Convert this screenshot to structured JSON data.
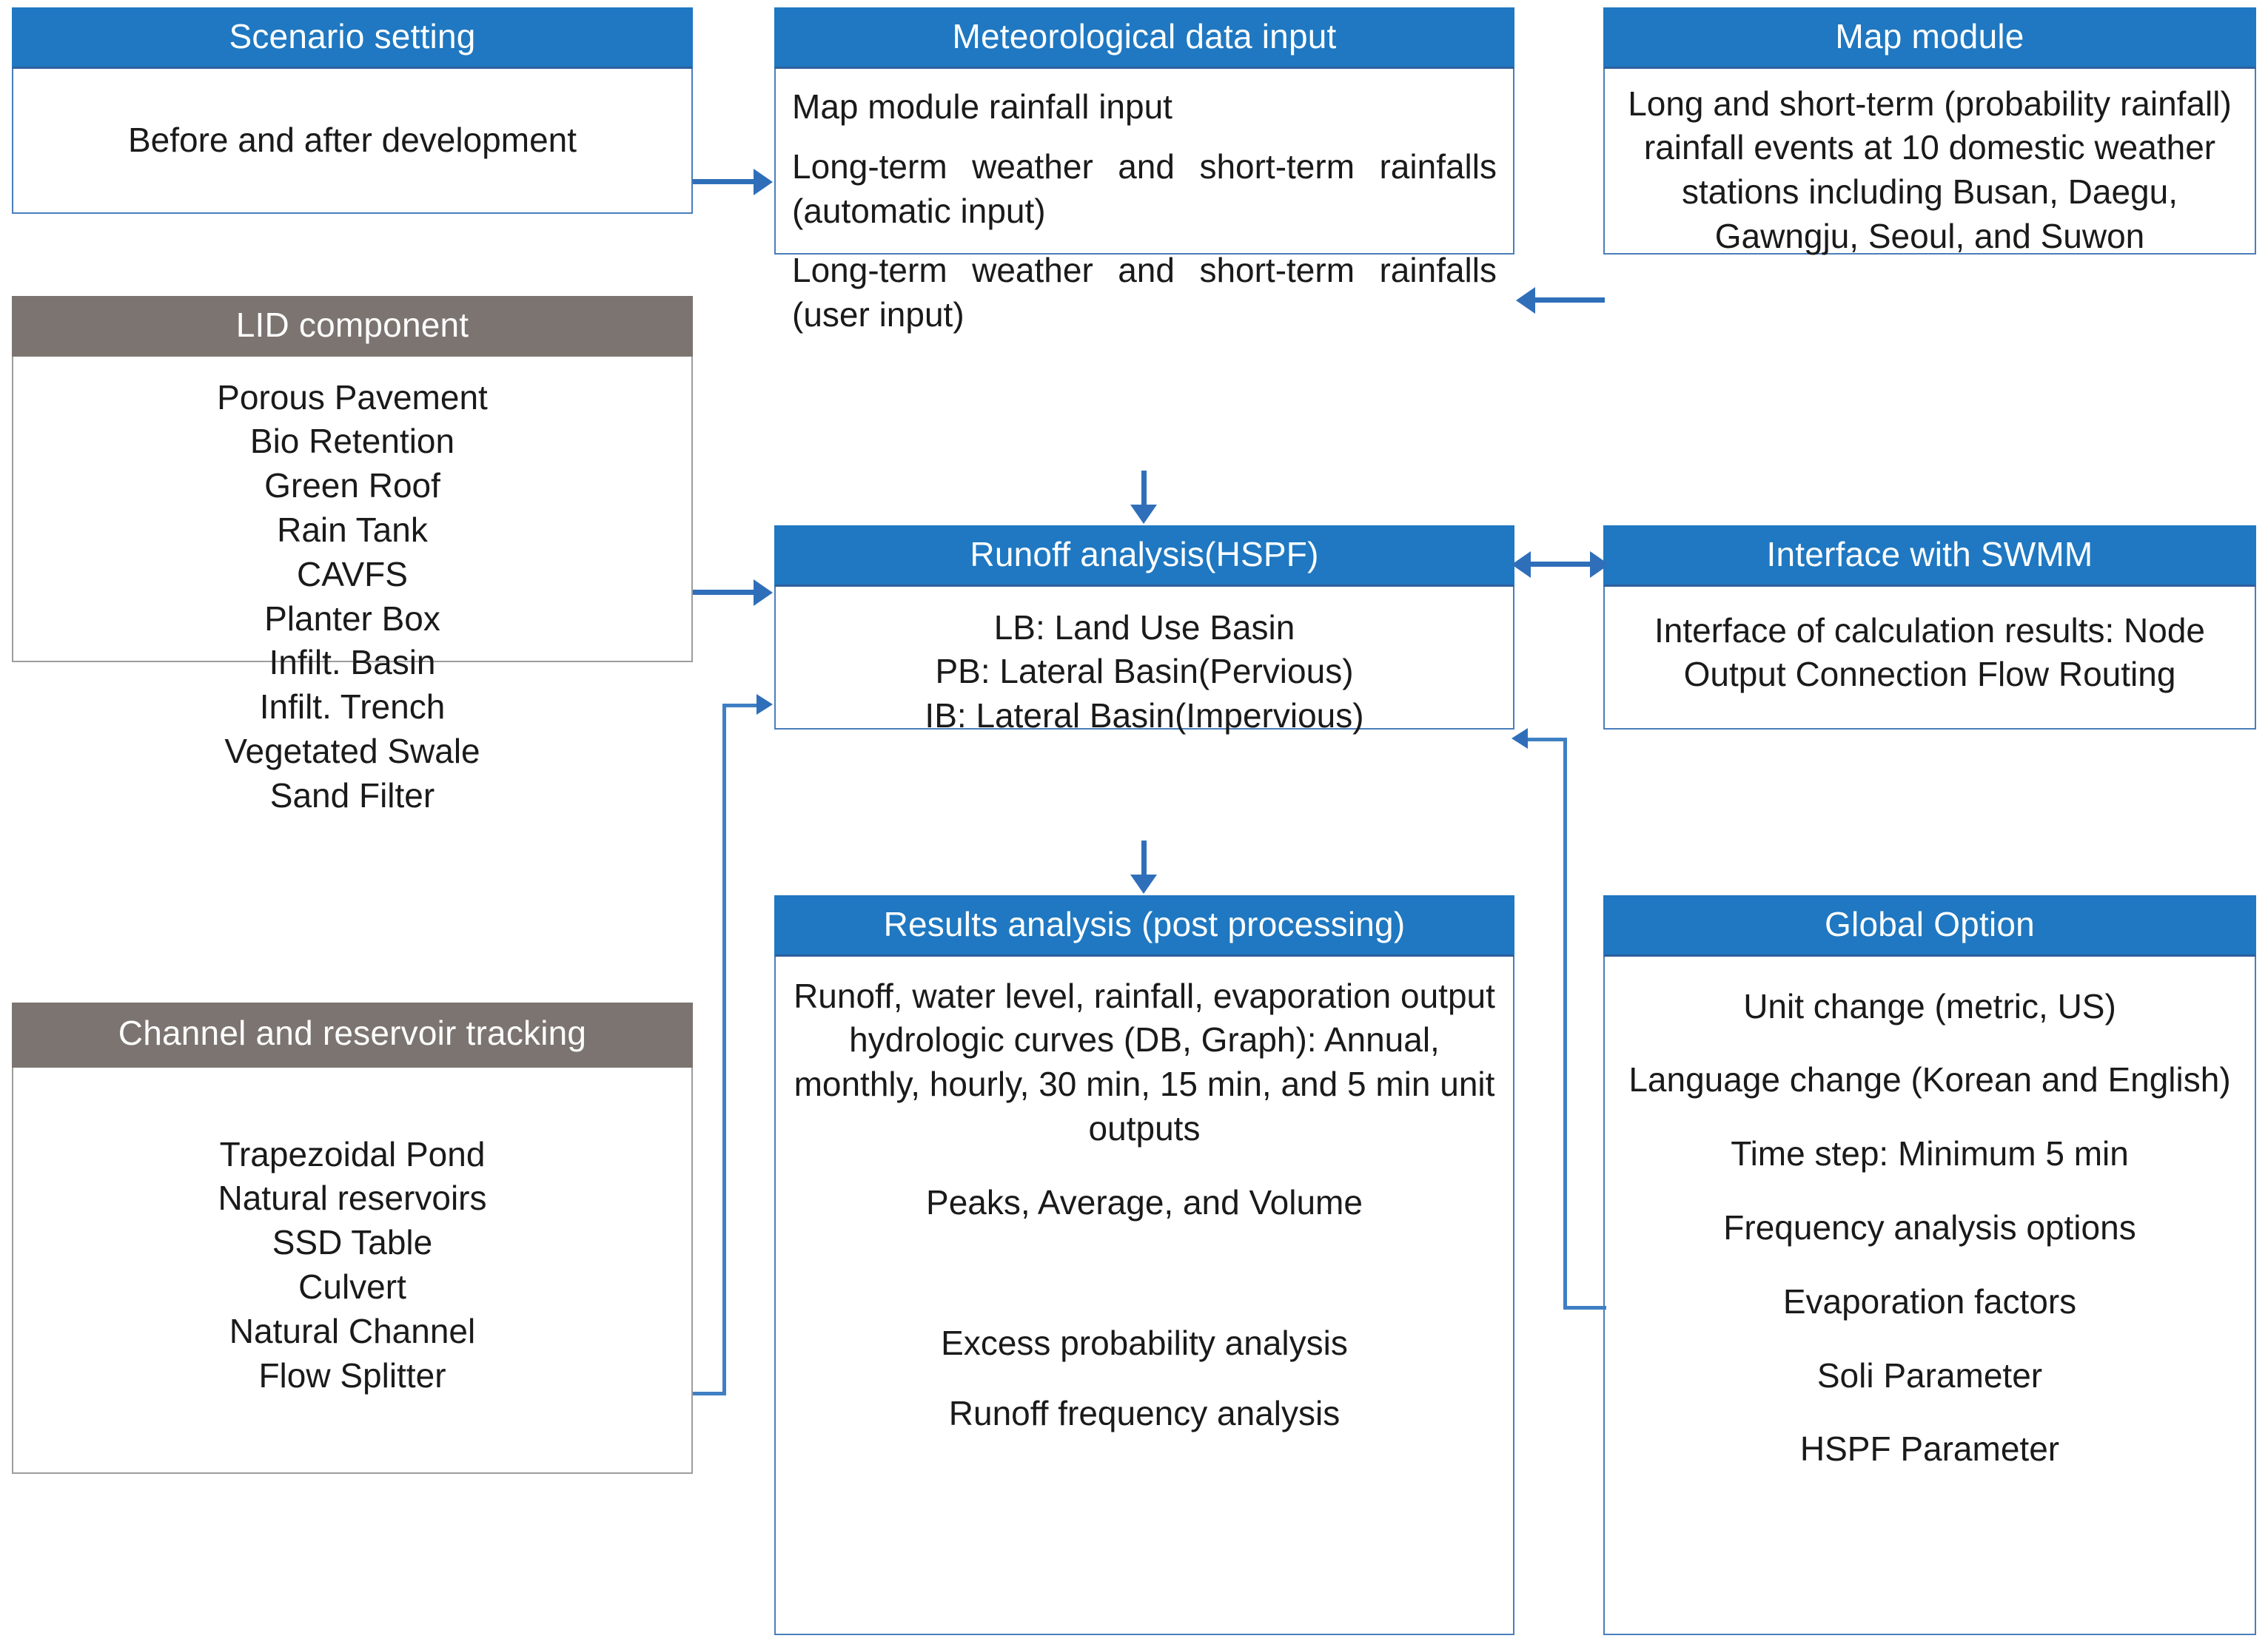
{
  "theme": {
    "header_blue": "#1f78c1",
    "header_gray": "#7b7470",
    "border_blue": "#4a7ebb",
    "border_gray": "#9d9d9d",
    "connector_blue": "#2f6fba",
    "text_black": "#1a1a1a",
    "header_text": "#ffffff"
  },
  "boxes": {
    "scenario_setting": {
      "title": "Scenario setting",
      "lines": [
        "Before and after development"
      ]
    },
    "meteorological_data_input": {
      "title": "Meteorological data input",
      "lines": [
        "Map module rainfall input",
        "Long-term weather and short-term rainfalls (automatic input)",
        "Long-term weather and short-term rainfalls (user input)"
      ]
    },
    "map_module": {
      "title": "Map module",
      "lines": [
        "Long and short-term (probability rainfall) rainfall events at 10 domestic weather stations including Busan, Daegu, Gawngju, Seoul, and Suwon"
      ]
    },
    "lid_component": {
      "title": "LID component",
      "lines": [
        "Porous Pavement",
        "Bio Retention",
        "Green Roof",
        "Rain Tank",
        "CAVFS",
        "Planter Box",
        "Infilt. Basin",
        "Infilt. Trench",
        "Vegetated Swale",
        "Sand Filter"
      ]
    },
    "channel_reservoir_tracking": {
      "title": "Channel and reservoir tracking",
      "lines": [
        "Trapezoidal Pond",
        "Natural reservoirs",
        "SSD Table",
        "Culvert",
        "Natural Channel",
        "Flow Splitter"
      ]
    },
    "runoff_analysis": {
      "title": "Runoff analysis(HSPF)",
      "lines": [
        "LB: Land Use Basin",
        "PB: Lateral Basin(Pervious)",
        "IB: Lateral Basin(Impervious)"
      ]
    },
    "interface_with_swmm": {
      "title": "Interface with SWMM",
      "lines": [
        "Interface of calculation results: Node Output Connection Flow Routing"
      ]
    },
    "results_analysis": {
      "title": "Results analysis (post processing)",
      "lines": [
        "Runoff, water level, rainfall, evaporation output hydrologic curves (DB, Graph): Annual, monthly, hourly, 30 min, 15 min, and 5 min unit outputs",
        "Peaks, Average, and Volume",
        "Excess probability analysis",
        "Runoff frequency analysis"
      ]
    },
    "global_option": {
      "title": "Global Option",
      "lines": [
        "Unit change (metric, US)",
        "Language change (Korean and English)",
        "Time step: Minimum 5 min",
        "Frequency analysis options",
        "Evaporation factors",
        "Soli Parameter",
        "HSPF Parameter"
      ]
    }
  },
  "connectors": [
    {
      "name": "scenario-to-meteorological",
      "from": "scenario_setting",
      "to": "meteorological_data_input",
      "direction": "right"
    },
    {
      "name": "map-module-to-meteorological",
      "from": "map_module",
      "to": "meteorological_data_input",
      "direction": "left"
    },
    {
      "name": "meteorological-to-runoff",
      "from": "meteorological_data_input",
      "to": "runoff_analysis",
      "direction": "down"
    },
    {
      "name": "lid-to-runoff",
      "from": "lid_component",
      "to": "runoff_analysis",
      "direction": "right"
    },
    {
      "name": "channel-to-runoff",
      "from": "channel_reservoir_tracking",
      "to": "runoff_analysis",
      "direction": "right"
    },
    {
      "name": "runoff-swmm-bidirectional",
      "from": "runoff_analysis",
      "to": "interface_with_swmm",
      "direction": "both"
    },
    {
      "name": "swmm-to-runoff",
      "from": "interface_with_swmm",
      "to": "runoff_analysis",
      "direction": "left"
    },
    {
      "name": "global-option-to-runoff",
      "from": "global_option",
      "to": "runoff_analysis",
      "direction": "left"
    },
    {
      "name": "runoff-to-results",
      "from": "runoff_analysis",
      "to": "results_analysis",
      "direction": "down"
    }
  ]
}
